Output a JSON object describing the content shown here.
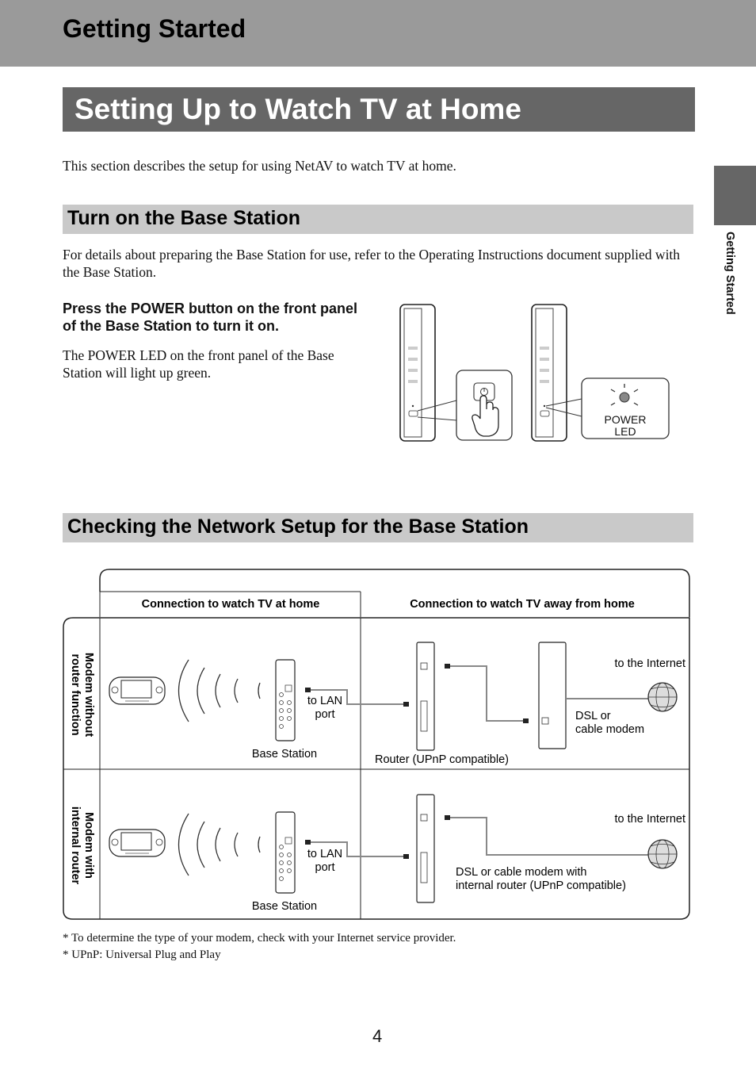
{
  "chapter": "Getting Started",
  "title": "Setting Up to Watch TV at Home",
  "intro": "This section describes the setup for using NetAV to watch TV at home.",
  "side_tab": "Getting Started",
  "section1": {
    "heading": "Turn on the Base Station",
    "details": "For details about preparing the Base Station for use, refer to the Operating Instructions document supplied with the Base Station.",
    "step": "Press the POWER button on the front panel of the Base Station to turn it on.",
    "step_desc": "The POWER LED on the front panel of the Base Station will light up green.",
    "illustration": {
      "led_label_1": "POWER",
      "led_label_2": "LED"
    }
  },
  "section2": {
    "heading": "Checking the Network Setup for the Base Station",
    "table": {
      "col_home": "Connection to watch TV at home",
      "col_away": "Connection to watch TV away from home",
      "row1_label_1": "Modem without",
      "row1_label_2": "router function",
      "row2_label_1": "Modem with",
      "row2_label_2": "internal router",
      "to_lan_1": "to LAN",
      "to_lan_2": "port",
      "base_station": "Base Station",
      "router": "Router (UPnP compatible)",
      "to_internet": "to the Internet",
      "dsl_1": "DSL or",
      "dsl_2": "cable modem",
      "dsl_router_1": "DSL or cable modem with",
      "dsl_router_2": "internal router (UPnP compatible)"
    },
    "footnotes": [
      "* To determine the type of your modem, check with your Internet service provider.",
      "* UPnP: Universal Plug and Play"
    ]
  },
  "page_number": "4"
}
